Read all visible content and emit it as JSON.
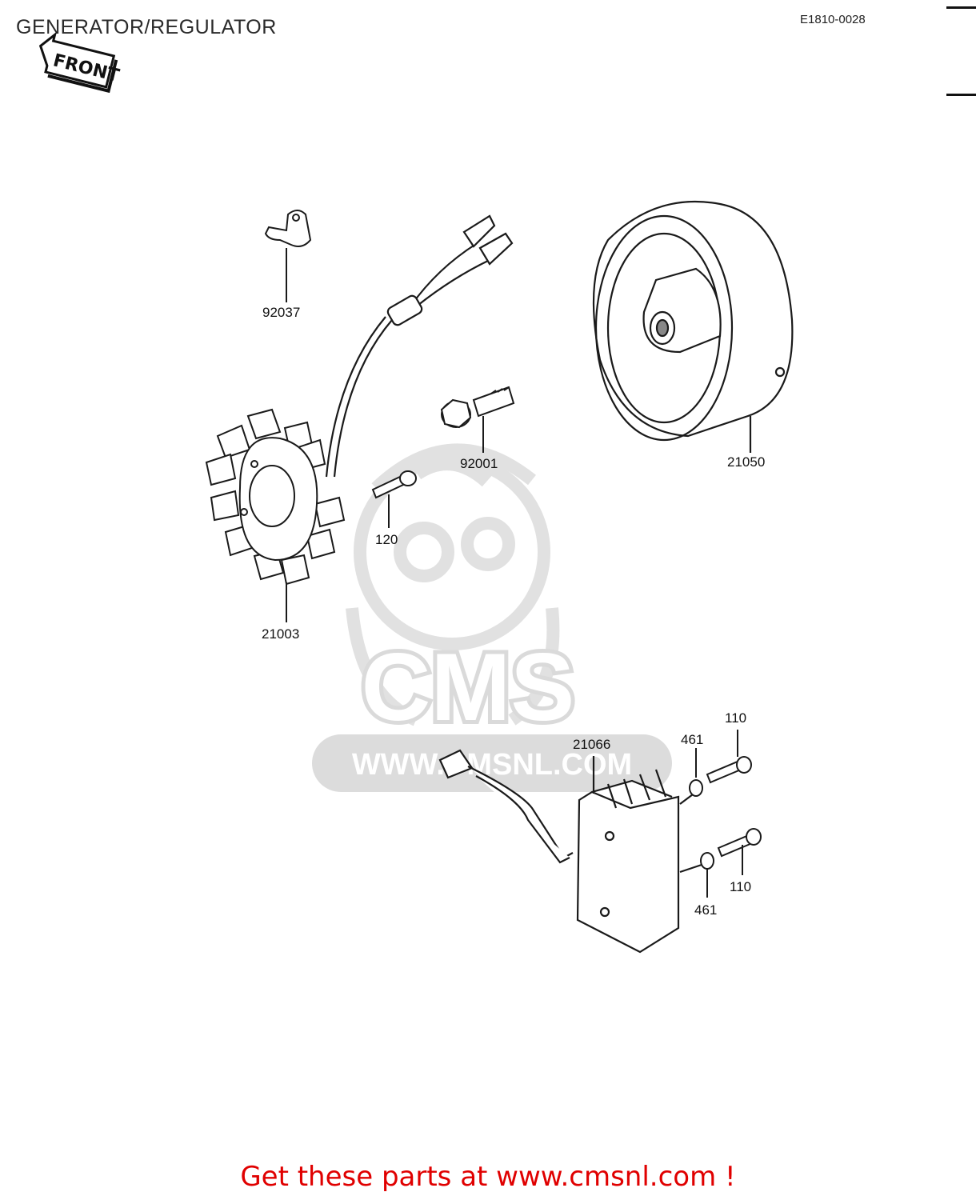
{
  "header": {
    "title": "GENERATOR/REGULATOR",
    "code": "E1810-0028",
    "front_label": "FRONT"
  },
  "parts": [
    {
      "id": "clamp",
      "number": "92037"
    },
    {
      "id": "stator",
      "number": "21003"
    },
    {
      "id": "bolt-flange",
      "number": "92001"
    },
    {
      "id": "screw",
      "number": "120"
    },
    {
      "id": "rotor",
      "number": "21050"
    },
    {
      "id": "regulator",
      "number": "21066"
    },
    {
      "id": "washer-upper",
      "number": "461"
    },
    {
      "id": "bolt-upper",
      "number": "110"
    },
    {
      "id": "bolt-lower",
      "number": "110"
    },
    {
      "id": "washer-lower",
      "number": "461"
    }
  ],
  "watermark": {
    "brand": "CMS",
    "url": "WWW.CMSNL.COM"
  },
  "footer": {
    "text": "Get these parts at www.cmsnl.com !"
  },
  "colors": {
    "line": "#1a1a1a",
    "footer": "#e00000",
    "watermark": "#d9d9d9"
  }
}
